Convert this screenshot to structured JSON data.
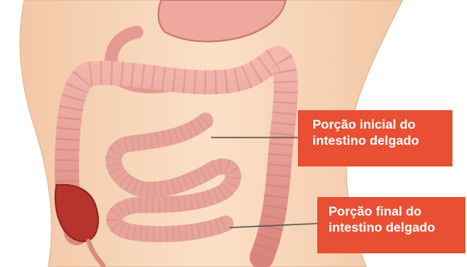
{
  "labels": {
    "initial": {
      "line1": "Porção inicial do",
      "line2": "intestino delgado"
    },
    "final": {
      "line1": "Porção final do",
      "line2": "intestino delgado"
    }
  },
  "colors": {
    "label_background": "#e94f33",
    "label_text": "#ffffff",
    "skin": "#f8d7b8",
    "intestine": "#e7a29a",
    "intestine_dark": "#c86b64",
    "cecum": "#b7342c",
    "leader_line": "#555555"
  },
  "icons": [
    "stomach-shape",
    "large-intestine-shape",
    "small-intestine-shape",
    "appendix-shape"
  ]
}
